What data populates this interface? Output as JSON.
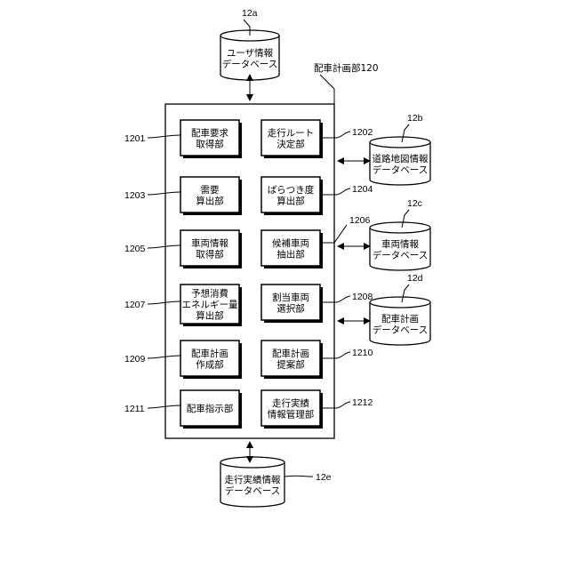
{
  "title": "配車計画部120",
  "modules": [
    {
      "label": "配車要求\n取得部",
      "ref": "1201"
    },
    {
      "label": "走行ルート\n決定部",
      "ref": "1202"
    },
    {
      "label": "需要\n算出部",
      "ref": "1203"
    },
    {
      "label": "ばらつき度\n算出部",
      "ref": "1204"
    },
    {
      "label": "車両情報\n取得部",
      "ref": "1205"
    },
    {
      "label": "候補車両\n抽出部",
      "ref": "1206"
    },
    {
      "label": "予想消費\nエネルギー量\n算出部",
      "ref": "1207"
    },
    {
      "label": "割当車両\n選択部",
      "ref": "1208"
    },
    {
      "label": "配車計画\n作成部",
      "ref": "1209"
    },
    {
      "label": "配車計画\n提案部",
      "ref": "1210"
    },
    {
      "label": "配車指示部",
      "ref": "1211"
    },
    {
      "label": "走行実績\n情報管理部",
      "ref": "1212"
    }
  ],
  "databases": [
    {
      "label": "ユーザ情報\nデータベース",
      "ref": "12a"
    },
    {
      "label": "道路地図情報\nデータベース",
      "ref": "12b"
    },
    {
      "label": "車両情報\nデータベース",
      "ref": "12c"
    },
    {
      "label": "配車計画\nデータベース",
      "ref": "12d"
    },
    {
      "label": "走行実績情報\nデータベース",
      "ref": "12e"
    }
  ]
}
